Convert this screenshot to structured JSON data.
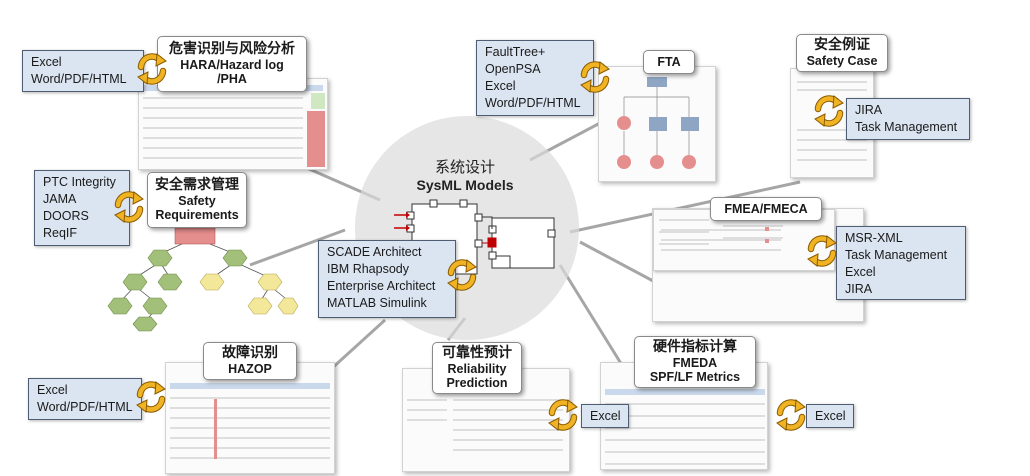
{
  "center": {
    "title_zh": "系统设计",
    "title_en": "SysML Models",
    "tools": [
      "SCADE Architect",
      "IBM Rhapsody",
      "Enterprise Architect",
      "MATLAB Simulink"
    ]
  },
  "nodes": {
    "hara": {
      "title_zh": "危害识别与风险分析",
      "title_en1": "HARA/Hazard log",
      "title_en2": "/PHA",
      "tools": [
        "Excel",
        "Word/PDF/HTML"
      ]
    },
    "safety_req": {
      "title_zh": "安全需求管理",
      "title_en1": "Safety",
      "title_en2": "Requirements",
      "tools": [
        "PTC Integrity",
        "JAMA",
        "DOORS",
        "ReqIF"
      ]
    },
    "hazop": {
      "title_zh": "故障识别",
      "title_en": "HAZOP",
      "tools": [
        "Excel",
        "Word/PDF/HTML"
      ]
    },
    "reliability": {
      "title_zh": "可靠性预计",
      "title_en1": "Reliability",
      "title_en2": "Prediction",
      "tools": [
        "Excel"
      ]
    },
    "hw_metrics": {
      "title_zh": "硬件指标计算",
      "title_en1": "FMEDA",
      "title_en2": "SPF/LF Metrics",
      "tools": [
        "Excel"
      ]
    },
    "fmea": {
      "title": "FMEA/FMECA",
      "tools": [
        "MSR-XML",
        "Task Management",
        "Excel",
        "JIRA"
      ]
    },
    "fta": {
      "title": "FTA",
      "tools": [
        "FaultTree+",
        "OpenPSA",
        "Excel",
        "Word/PDF/HTML"
      ]
    },
    "safety_case": {
      "title_zh": "安全例证",
      "title_en": "Safety Case",
      "tools": [
        "JIRA",
        "Task Management"
      ]
    }
  },
  "colors": {
    "sync_orange": "#f0b323",
    "sync_dark": "#8a5a00",
    "tool_box": "#dbe5f1",
    "connector": "#a6a6a6",
    "hexagon": "#a3c07a",
    "red_block": "#c00000"
  }
}
